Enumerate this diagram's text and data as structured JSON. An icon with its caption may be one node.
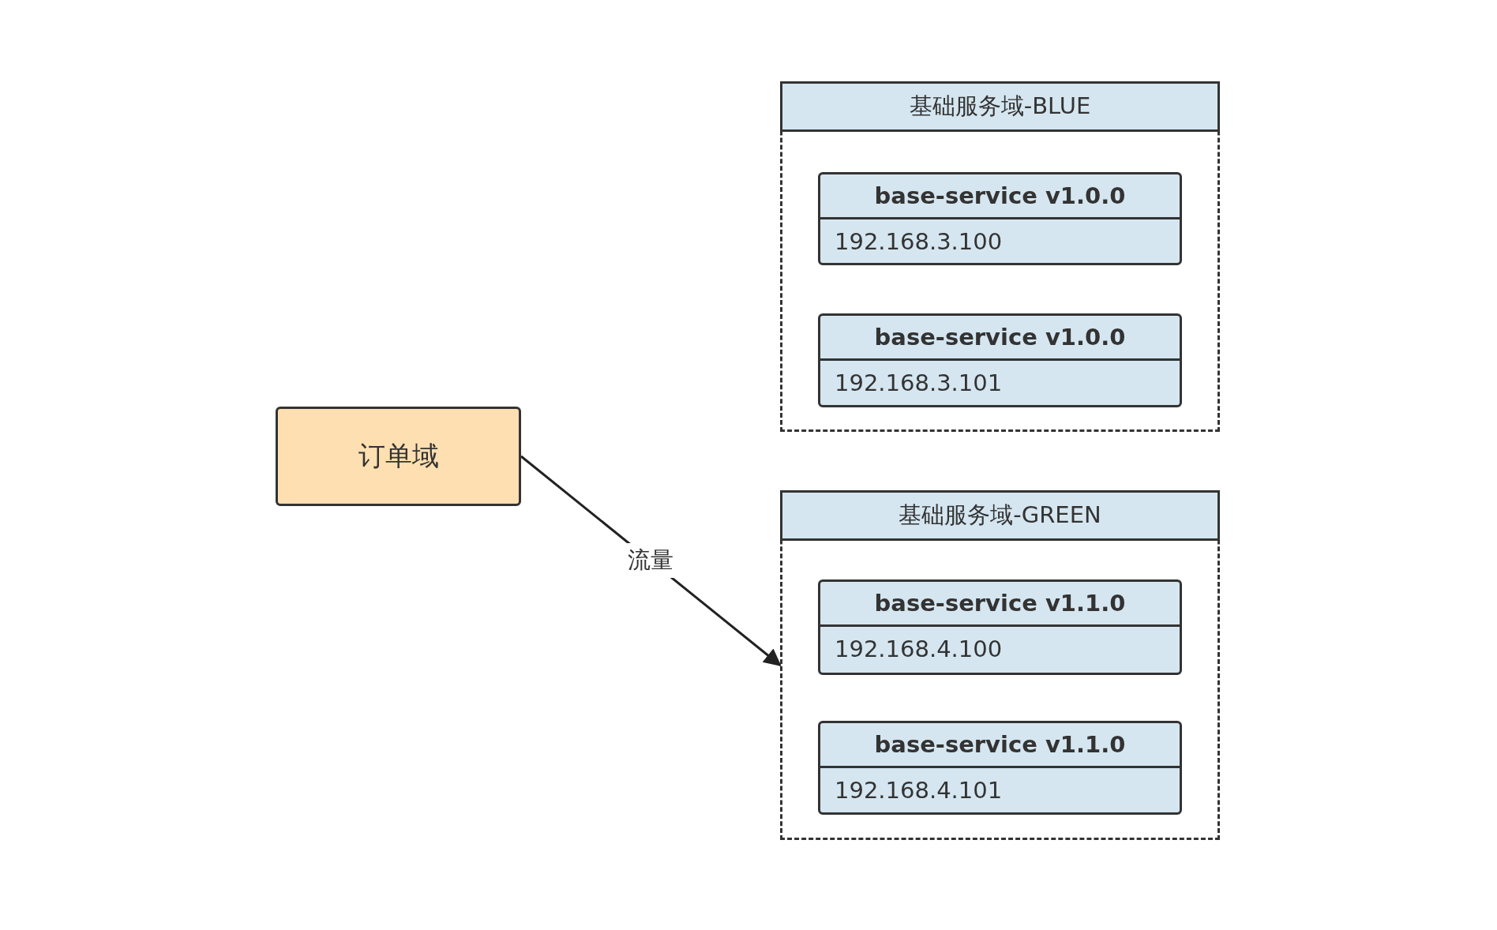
{
  "diagram": {
    "nodes": [
      {
        "text": [
          "订单域"
        ]
      },
      {
        "text": [
          "基础服务域-BLUE"
        ]
      },
      {
        "text": [
          "base-service v1.0.0",
          "192.168.3.100"
        ],
        "in": 1
      },
      {
        "text": [
          "base-service v1.0.0",
          "192.168.3.101"
        ],
        "in": 1
      },
      {
        "text": [
          "基础服务域-GREEN"
        ]
      },
      {
        "text": [
          "base-service v1.1.0",
          "192.168.4.100"
        ],
        "in": 4
      },
      {
        "text": [
          "base-service v1.1.0",
          "192.168.4.101"
        ],
        "in": 4
      }
    ],
    "edges": [
      {
        "from": 0,
        "to": 4,
        "arrow": "to",
        "label": "流量"
      }
    ]
  }
}
